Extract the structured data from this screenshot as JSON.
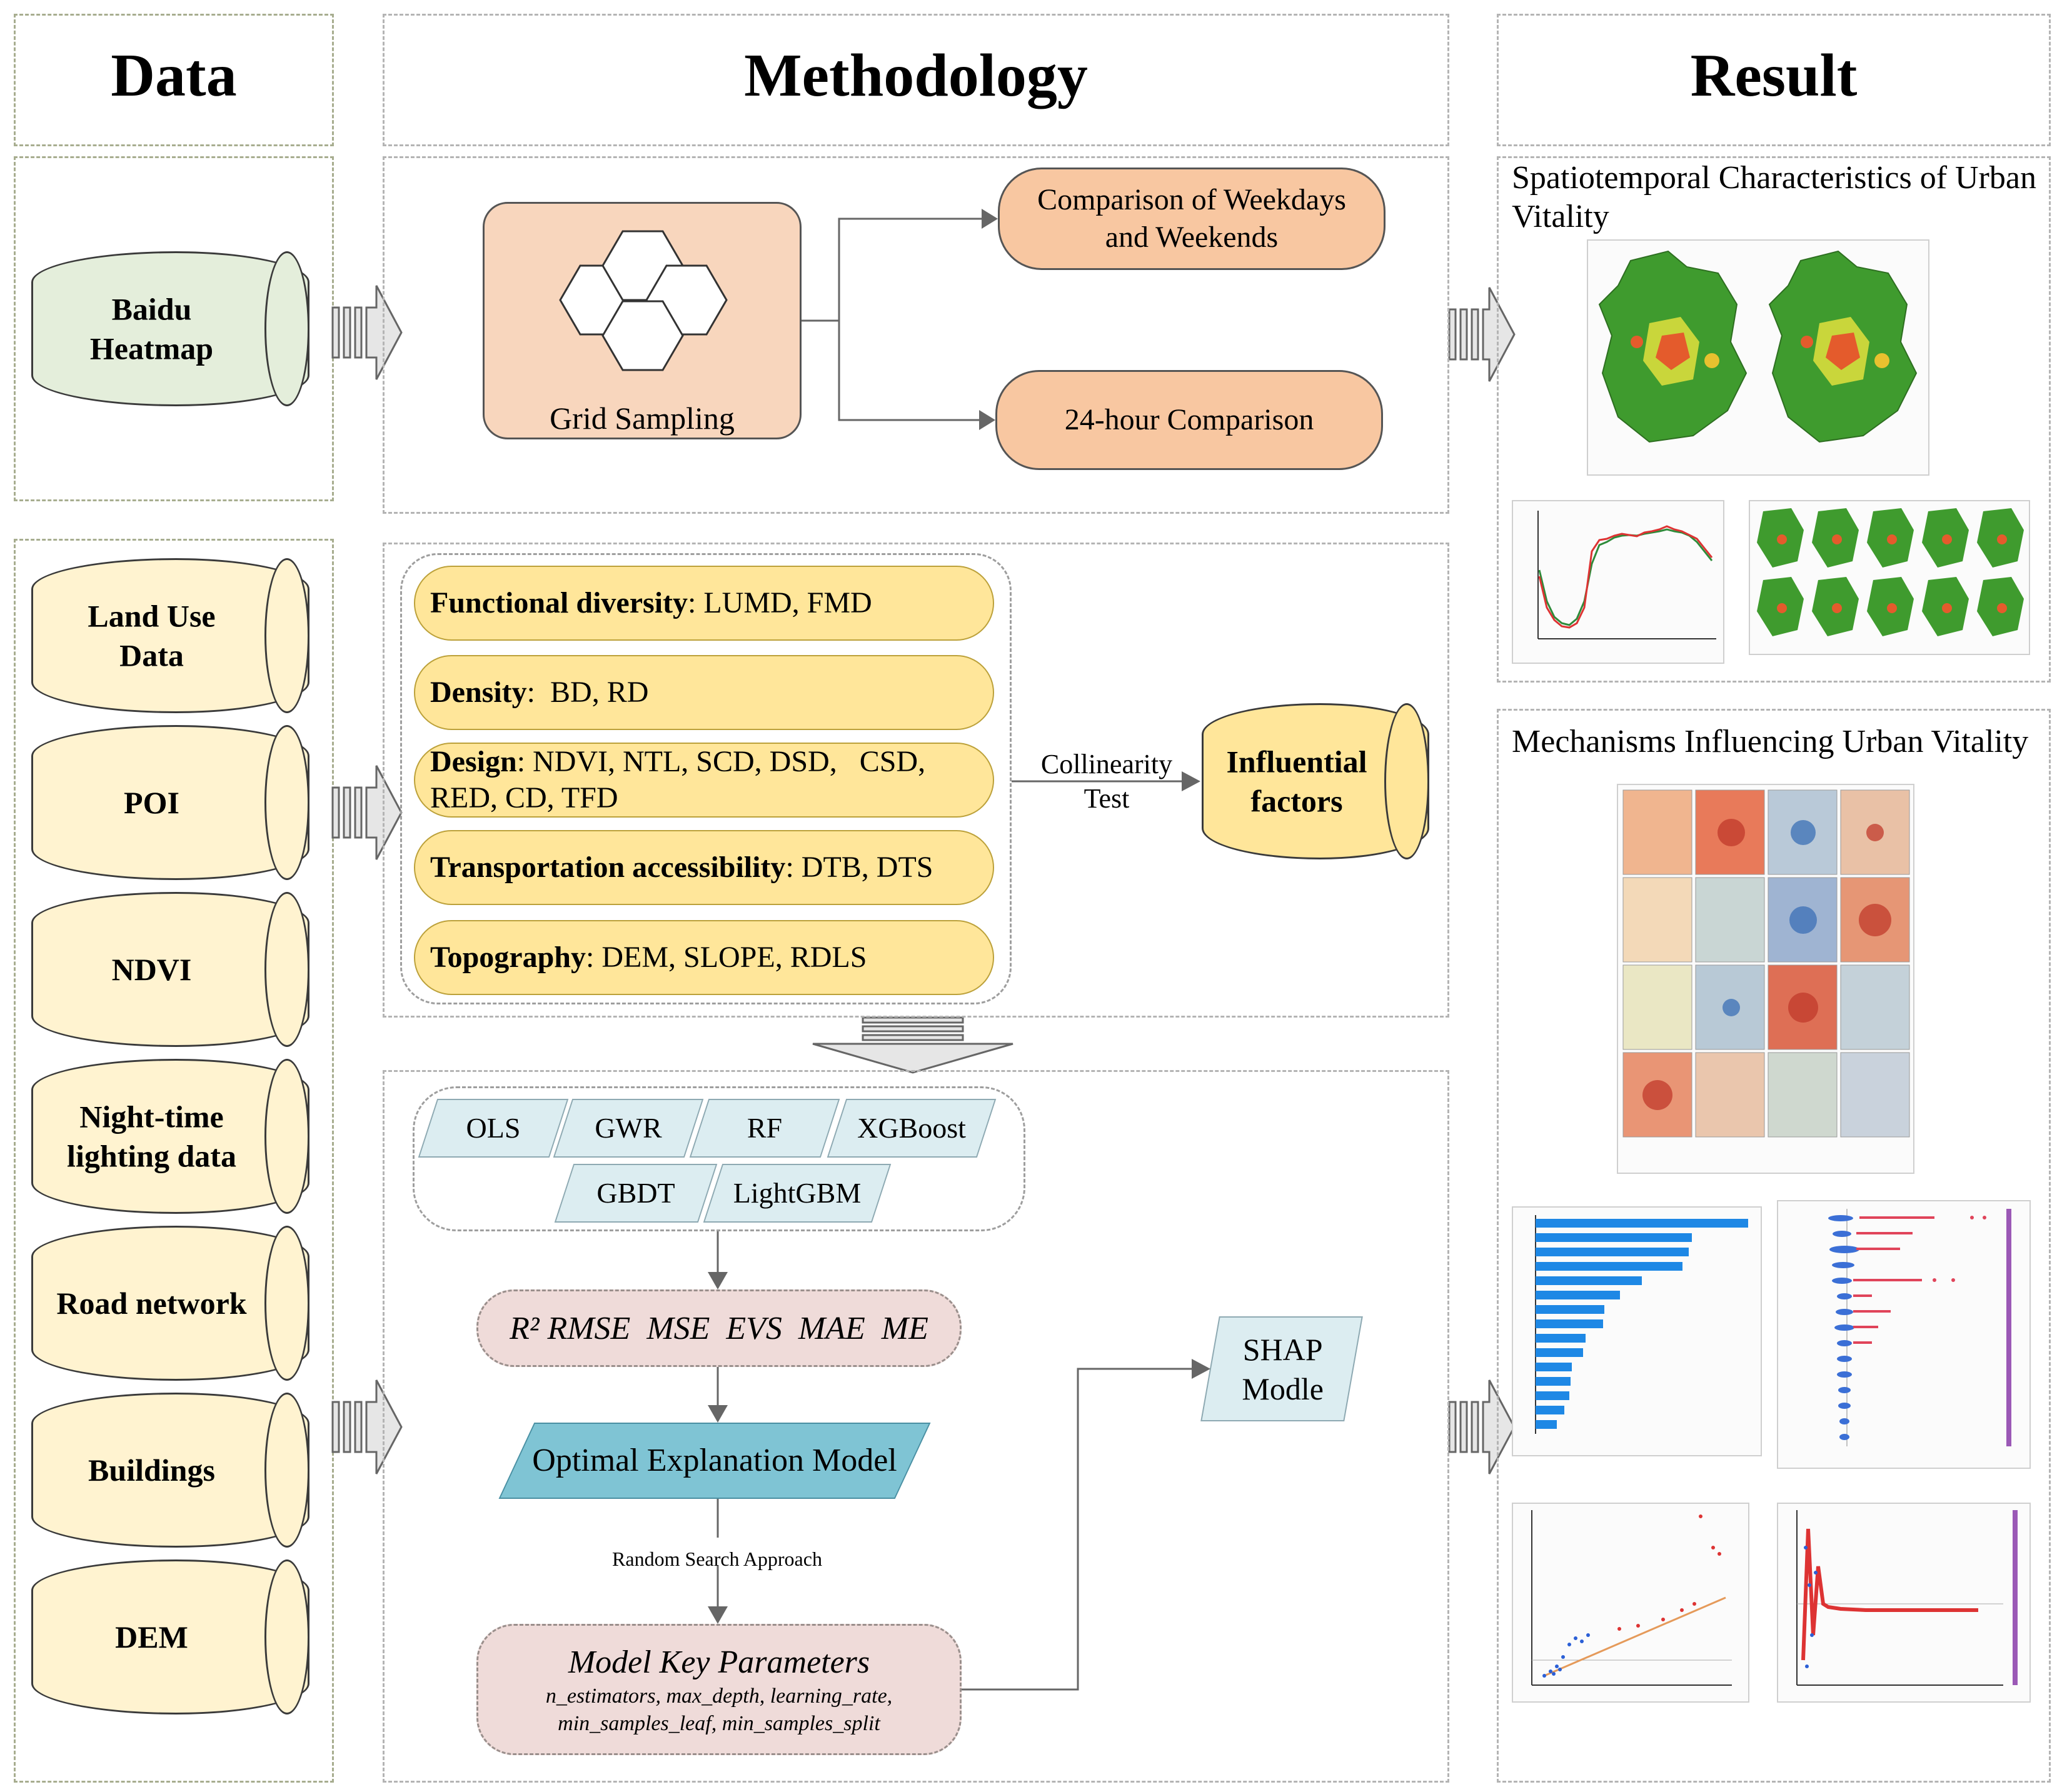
{
  "headers": {
    "data": "Data",
    "methodology": "Methodology",
    "result": "Result"
  },
  "data_sources": {
    "baidu": "Baidu\nHeatmap",
    "landuse": "Land Use\nData",
    "poi": "POI",
    "ndvi": "NDVI",
    "nightlight": "Night-time\nlighting data",
    "road": "Road network",
    "buildings": "Buildings",
    "dem": "DEM"
  },
  "grid": {
    "label": "Grid Sampling",
    "comparison_weekdays": "Comparison of Weekdays\nand Weekends",
    "comparison_24h": "24-hour Comparison"
  },
  "factors": [
    {
      "title": "Functional diversity",
      "items": ": LUMD, FMD"
    },
    {
      "title": "Density",
      "items": ":  BD, RD"
    },
    {
      "title": "Design",
      "items": ": NDVI, NTL, SCD, DSD,   CSD,\nRED, CD, TFD"
    },
    {
      "title": "Transportation accessibility",
      "items": ": DTB, DTS"
    },
    {
      "title": "Topography",
      "items": ": DEM, SLOPE, RDLS"
    }
  ],
  "collinearity": "Collinearity\nTest",
  "influential": "Influential\nfactors",
  "models": [
    "OLS",
    "GWR",
    "RF",
    "XGBoost",
    "GBDT",
    "LightGBM"
  ],
  "metrics": "R² RMSE  MSE  EVS  MAE  ME",
  "optimal_model": "Optimal Explanation Model",
  "random_search": "Random Search Approach",
  "shap": "SHAP\nModle",
  "params": {
    "title": "Model Key Parameters",
    "line1": "n_estimators, max_depth, learning_rate,",
    "line2": "min_samples_leaf, min_samples_split"
  },
  "results": {
    "spatiotemporal": "Spatiotemporal Characteristics of Urban\nVitality",
    "mechanisms": "Mechanisms Influencing Urban Vitality"
  },
  "colors": {
    "green_cyl": "#e4eedb",
    "yellow_cyl": "#fff3d0",
    "factor_fill": "#ffe69a",
    "orange_pill": "#f8c7a1",
    "model_fill": "#dcedf1",
    "teal": "#7fc4d4",
    "metric_fill": "#efdbd9"
  }
}
